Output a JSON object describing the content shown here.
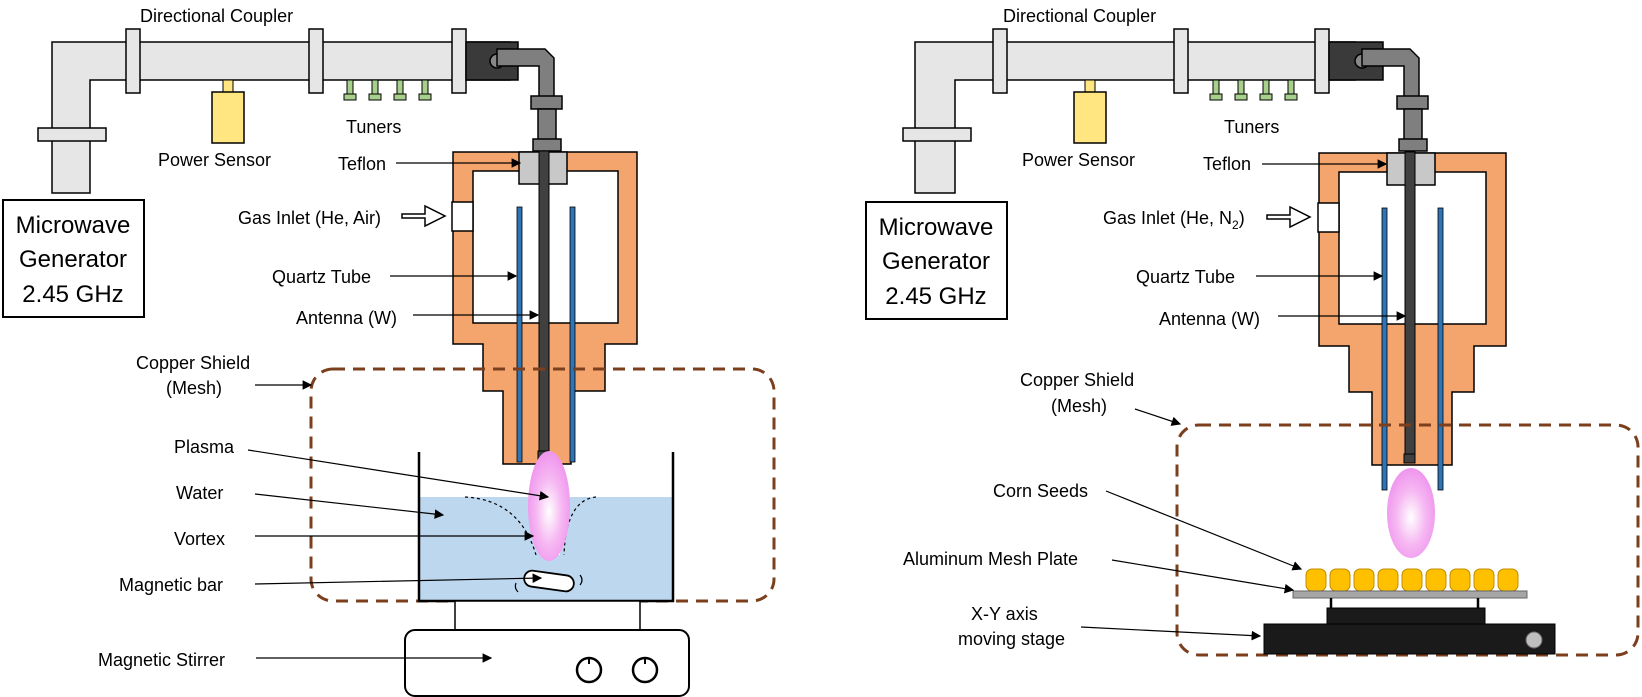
{
  "colors": {
    "waveguide": "#e6e6e6",
    "waveguide_dark": "#3a3a3a",
    "sensor": "#ffe680",
    "tuner": "#a8d08d",
    "copper": "#f4a56e",
    "quartz": "#2e75b6",
    "plasma": "#f19cf0",
    "water": "#bdd7ee",
    "shield_dash": "#7b3f1e",
    "seed": "#ffc000",
    "stage": "#1a1a1a"
  },
  "left": {
    "directional_coupler": "Directional Coupler",
    "power_sensor": "Power Sensor",
    "tuners": "Tuners",
    "teflon": "Teflon",
    "gas_inlet": "Gas Inlet (He, Air)",
    "quartz_tube": "Quartz Tube",
    "antenna": "Antenna (W)",
    "generator": [
      "Microwave",
      "Generator",
      "2.45 GHz"
    ],
    "copper_shield": [
      "Copper Shield",
      "(Mesh)"
    ],
    "plasma": "Plasma",
    "water": "Water",
    "vortex": "Vortex",
    "magnetic_bar": "Magnetic bar",
    "magnetic_stirrer": "Magnetic Stirrer"
  },
  "right": {
    "directional_coupler": "Directional Coupler",
    "power_sensor": "Power Sensor",
    "tuners": "Tuners",
    "teflon": "Teflon",
    "gas_inlet_main": "Gas Inlet (He, N",
    "gas_inlet_sub": "2",
    "gas_inlet_close": ")",
    "quartz_tube": "Quartz Tube",
    "antenna": "Antenna (W)",
    "generator": [
      "Microwave",
      "Generator",
      "2.45 GHz"
    ],
    "copper_shield": [
      "Copper Shield",
      "(Mesh)"
    ],
    "corn_seeds": "Corn Seeds",
    "aluminum_mesh_plate": "Aluminum Mesh Plate",
    "stage": [
      "X-Y axis",
      "moving stage"
    ]
  }
}
